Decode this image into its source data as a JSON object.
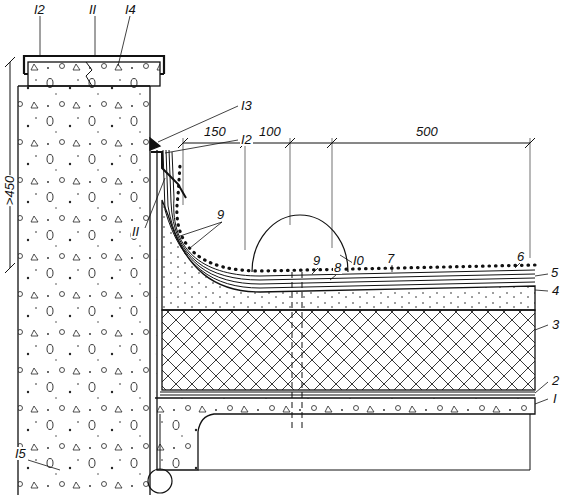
{
  "diagram": {
    "labels": [
      "I2",
      "II",
      "I4",
      ">450",
      "I3",
      "I2",
      "150",
      "100",
      "500",
      "II",
      "9",
      "I0",
      "9",
      "8",
      "7",
      "6",
      "5",
      "4",
      "3",
      "2",
      "I",
      "I5"
    ]
  }
}
